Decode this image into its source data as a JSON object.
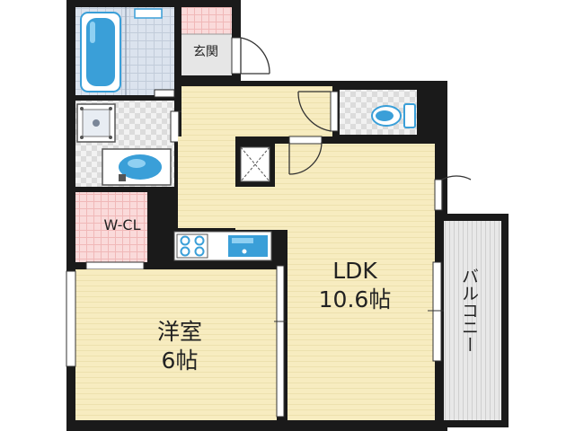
{
  "floor_plan": {
    "rooms": {
      "genkan": {
        "label": "玄関"
      },
      "walk_in_closet": {
        "label": "W-CL"
      },
      "ldk": {
        "label": "LDK\n10.6帖"
      },
      "youshitsu": {
        "label": "洋室\n6帖"
      },
      "balcony": {
        "label": "バルコニー"
      }
    },
    "fixtures": [
      "bathtub-icon",
      "washbasin-icon",
      "washing-machine-pan-icon",
      "toilet-icon",
      "kitchen-stove-icon",
      "kitchen-sink-icon",
      "storage-hatch-icon"
    ],
    "colors": {
      "wall": "#1a1a1a",
      "room_floor": "#f7ecc0",
      "floor_stripe": "#ece0ad",
      "closet_floor": "#f9d6d6",
      "bathroom_tile": "#dbe3ee",
      "fixture_blue": "#3a9fd8",
      "balcony": "#e6e6e6"
    }
  }
}
